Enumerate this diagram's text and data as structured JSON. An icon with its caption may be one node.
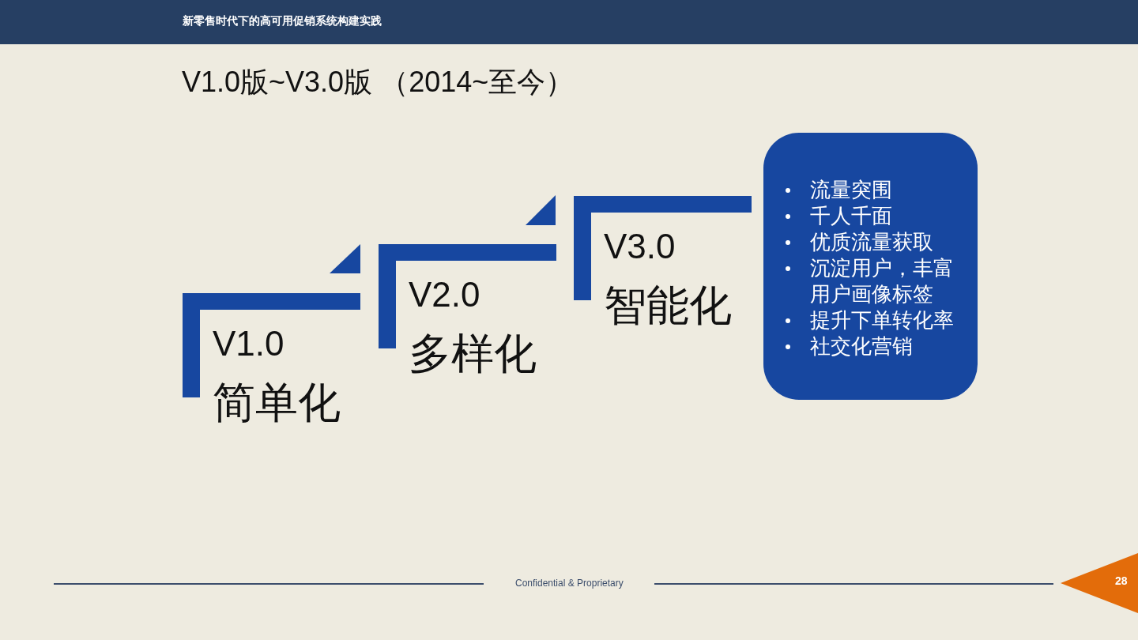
{
  "diagram": {
    "title": "V1.0版~V3.0版 （2014~至今）",
    "nodes": [
      {
        "text": [
          "V1.0",
          "简单化"
        ]
      },
      {
        "text": [
          "V2.0",
          "多样化"
        ]
      },
      {
        "text": [
          "V3.0",
          "智能化"
        ]
      },
      {
        "text": [
          "流量突围",
          "千人千面",
          "优质流量获取",
          "沉淀用户，丰富用户画像标签",
          "提升下单转化率",
          "社交化营销"
        ]
      }
    ],
    "labels": [
      "新零售时代下的高可用促销系统构建实践",
      "Confidential & Proprietary",
      "28"
    ]
  }
}
